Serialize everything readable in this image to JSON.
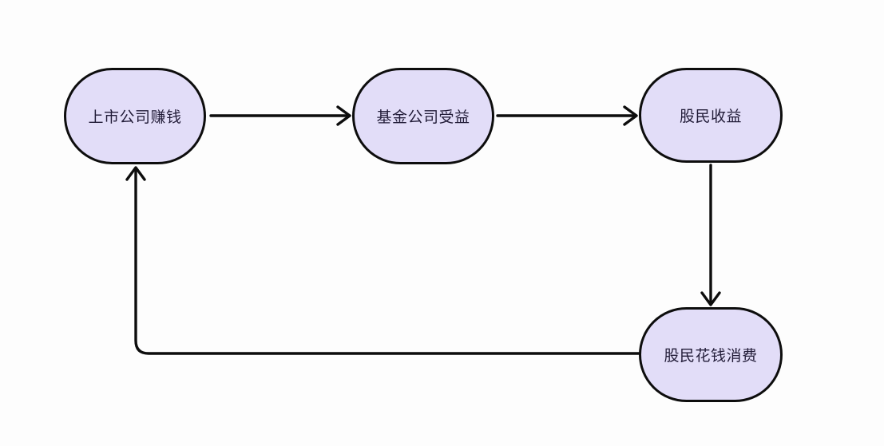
{
  "diagram": {
    "type": "flowchart-cycle",
    "colors": {
      "background": "#fdfdfd",
      "node_fill": "#e2ddf8",
      "node_border": "#0d0d0d",
      "arrow": "#0d0d0d",
      "text": "#221c38"
    },
    "nodes": [
      {
        "id": "listed-company-earns",
        "label": "上市公司赚钱"
      },
      {
        "id": "fund-company-benefits",
        "label": "基金公司受益"
      },
      {
        "id": "shareholders-gain",
        "label": "股民收益"
      },
      {
        "id": "shareholders-spend",
        "label": "股民花钱消费"
      }
    ],
    "edges": [
      {
        "from": "上市公司赚钱",
        "to": "基金公司受益"
      },
      {
        "from": "基金公司受益",
        "to": "股民收益"
      },
      {
        "from": "股民收益",
        "to": "股民花钱消费"
      },
      {
        "from": "股民花钱消费",
        "to": "上市公司赚钱"
      }
    ]
  }
}
